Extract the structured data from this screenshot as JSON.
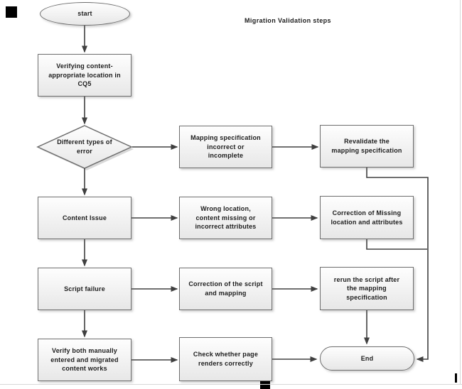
{
  "title": "Migration Validation steps",
  "nodes": {
    "start": {
      "label": "start"
    },
    "verify_location": {
      "label": "Verifying content-\nappropriate location in\nCQ5"
    },
    "different_types": {
      "label": "Different types of\nerror"
    },
    "mapping_spec": {
      "label": "Mapping specification\nincorrect or\nincomplete"
    },
    "revalidate": {
      "label": "Revalidate the\nmapping specification"
    },
    "content_issue": {
      "label": "Content Issue"
    },
    "wrong_location": {
      "label": "Wrong location,\ncontent missing or\nincorrect attributes"
    },
    "correction_missing": {
      "label": "Correction of Missing\nlocation and attributes"
    },
    "script_failure": {
      "label": "Script failure"
    },
    "correction_script": {
      "label": "Correction of the script\nand mapping"
    },
    "rerun_script": {
      "label": "rerun the script after\nthe mapping\nspecification"
    },
    "verify_both": {
      "label": "Verify both manually\nentered and migrated\ncontent works"
    },
    "check_page": {
      "label": "Check whether page\nrenders correctly"
    },
    "end": {
      "label": "End"
    }
  },
  "colors": {
    "connector": "#404040",
    "shape_border": "#6e6e6e",
    "shape_fill_top": "#fefefe",
    "shape_fill_bottom": "#e7e7e7",
    "text": "#1c1c1c",
    "page_edge": "#d8d8d8"
  }
}
